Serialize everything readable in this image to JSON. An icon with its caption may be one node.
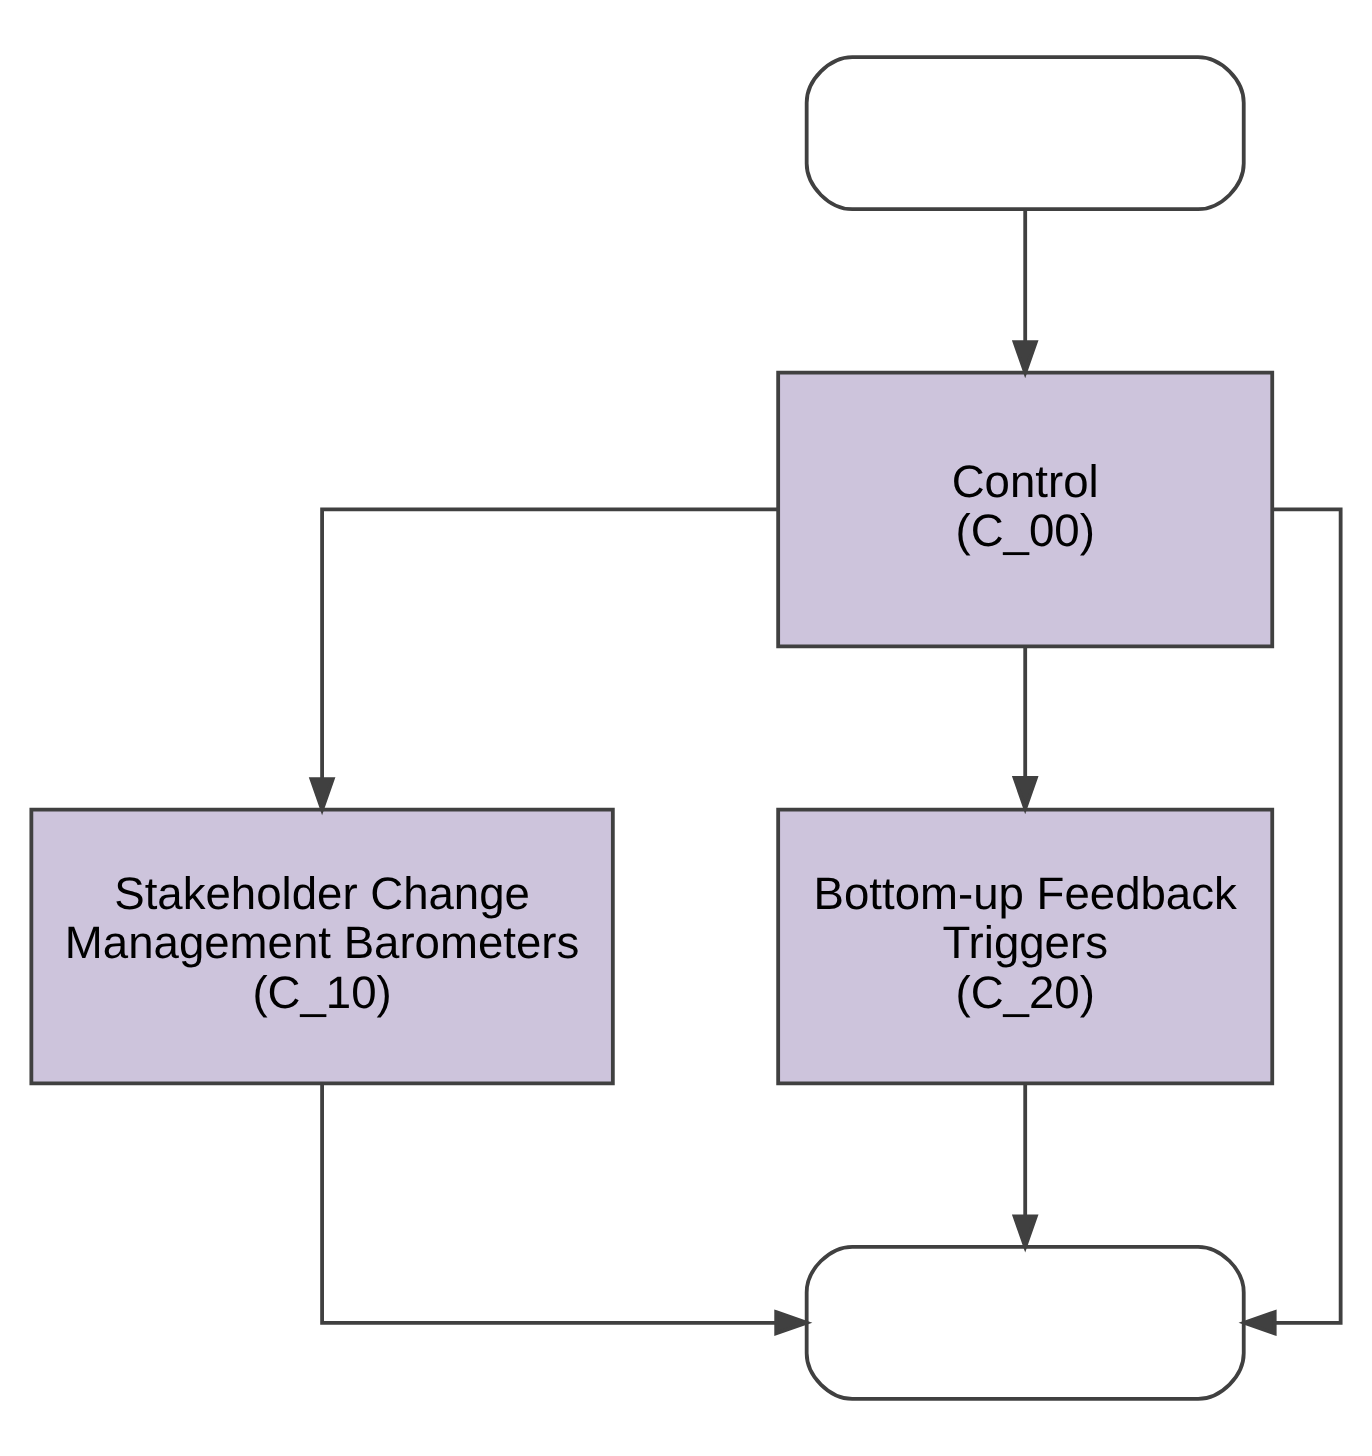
{
  "diagram": {
    "nodes": [
      {
        "text": [],
        "shape": "terminator"
      },
      {
        "text": [
          "Control",
          "(C_00)"
        ]
      },
      {
        "text": [
          "Stakeholder Change Management Barometers",
          "(C_10)"
        ]
      },
      {
        "text": [
          "Bottom-up Feedback Triggers",
          "(C_20)"
        ]
      },
      {
        "text": [],
        "shape": "terminator"
      }
    ],
    "edges": [
      {
        "from": 0,
        "to": 1,
        "arrow": "to"
      },
      {
        "from": 1,
        "to": 2,
        "arrow": "to"
      },
      {
        "from": 1,
        "to": 3,
        "arrow": "to"
      },
      {
        "from": 1,
        "to": 4,
        "arrow": "to"
      },
      {
        "from": 2,
        "to": 4,
        "arrow": "to"
      },
      {
        "from": 3,
        "to": 4,
        "arrow": "to"
      }
    ]
  }
}
